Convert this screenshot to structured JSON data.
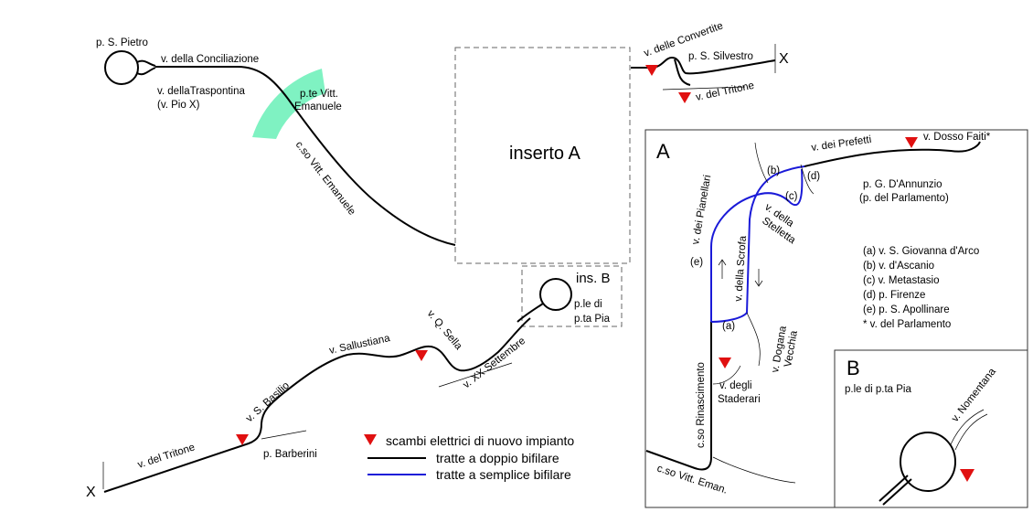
{
  "colors": {
    "double": "#000000",
    "single": "#1a1ad8",
    "switch": "#e01010",
    "bridge": "#7ff2c2"
  },
  "streets": {
    "p_s_pietro": "p. S. Pietro",
    "conciliazione": "v. della Conciliazione",
    "traspontina_1": "v. dellaTraspontina",
    "traspontina_2": "(v. Pio X)",
    "ponte_1": "p.te Vitt.",
    "ponte_2": "Emanuele",
    "cso_vitt": "c.so Vitt. Emanuele",
    "tritone_main": "v. del Tritone",
    "p_barberini": "p. Barberini",
    "s_basilio": "v. S. Basilio",
    "sallustiana": "v. Sallustiana",
    "q_sella": "v. Q. Sella",
    "xx_settembre": "v. XX Settembre",
    "convertite": "v. delle Convertite",
    "p_s_silvestro": "p. S. Silvestro",
    "tritone_top": "v. del Tritone",
    "x_left": "X",
    "x_right": "X"
  },
  "inserts": {
    "a_main": "inserto A",
    "b_small": "ins. B",
    "b_small_label_1": "p.le di",
    "b_small_label_2": "p.ta Pia"
  },
  "legend": {
    "switch": "scambi elettrici di nuovo impianto",
    "double": "tratte a doppio bifilare",
    "single": "tratte a semplice bifilare"
  },
  "panel_a": {
    "letter": "A",
    "prefetti": "v. dei Prefetti",
    "dosso": "v. Dosso Faiti*",
    "p_annunzio_1": "p. G. D'Annunzio",
    "p_annunzio_2": "(p. del Parlamento)",
    "pianellari": "v. dei Pianellari",
    "scrofa": "v. della Scrofa",
    "stelletta_1": "v. della",
    "stelletta_2": "Stelletta",
    "dogana_1": "v. Dogana",
    "dogana_2": "Vecchia",
    "staderari_1": "v. degli",
    "staderari_2": "Staderari",
    "rinascimento": "c.so Rinascimento",
    "vitt_eman": "c.so Vitt. Eman.",
    "mark_a": "(a)",
    "mark_b": "(b)",
    "mark_c": "(c)",
    "mark_d": "(d)",
    "mark_e": "(e)",
    "notes": [
      "(a) v. S. Giovanna d'Arco",
      "(b) v. d'Ascanio",
      "(c) v. Metastasio",
      "(d) p. Firenze",
      "(e) p. S. Apollinare",
      "* v. del Parlamento"
    ]
  },
  "panel_b": {
    "letter": "B",
    "title": "p.le di p.ta Pia",
    "nomentana": "v. Nomentana"
  }
}
